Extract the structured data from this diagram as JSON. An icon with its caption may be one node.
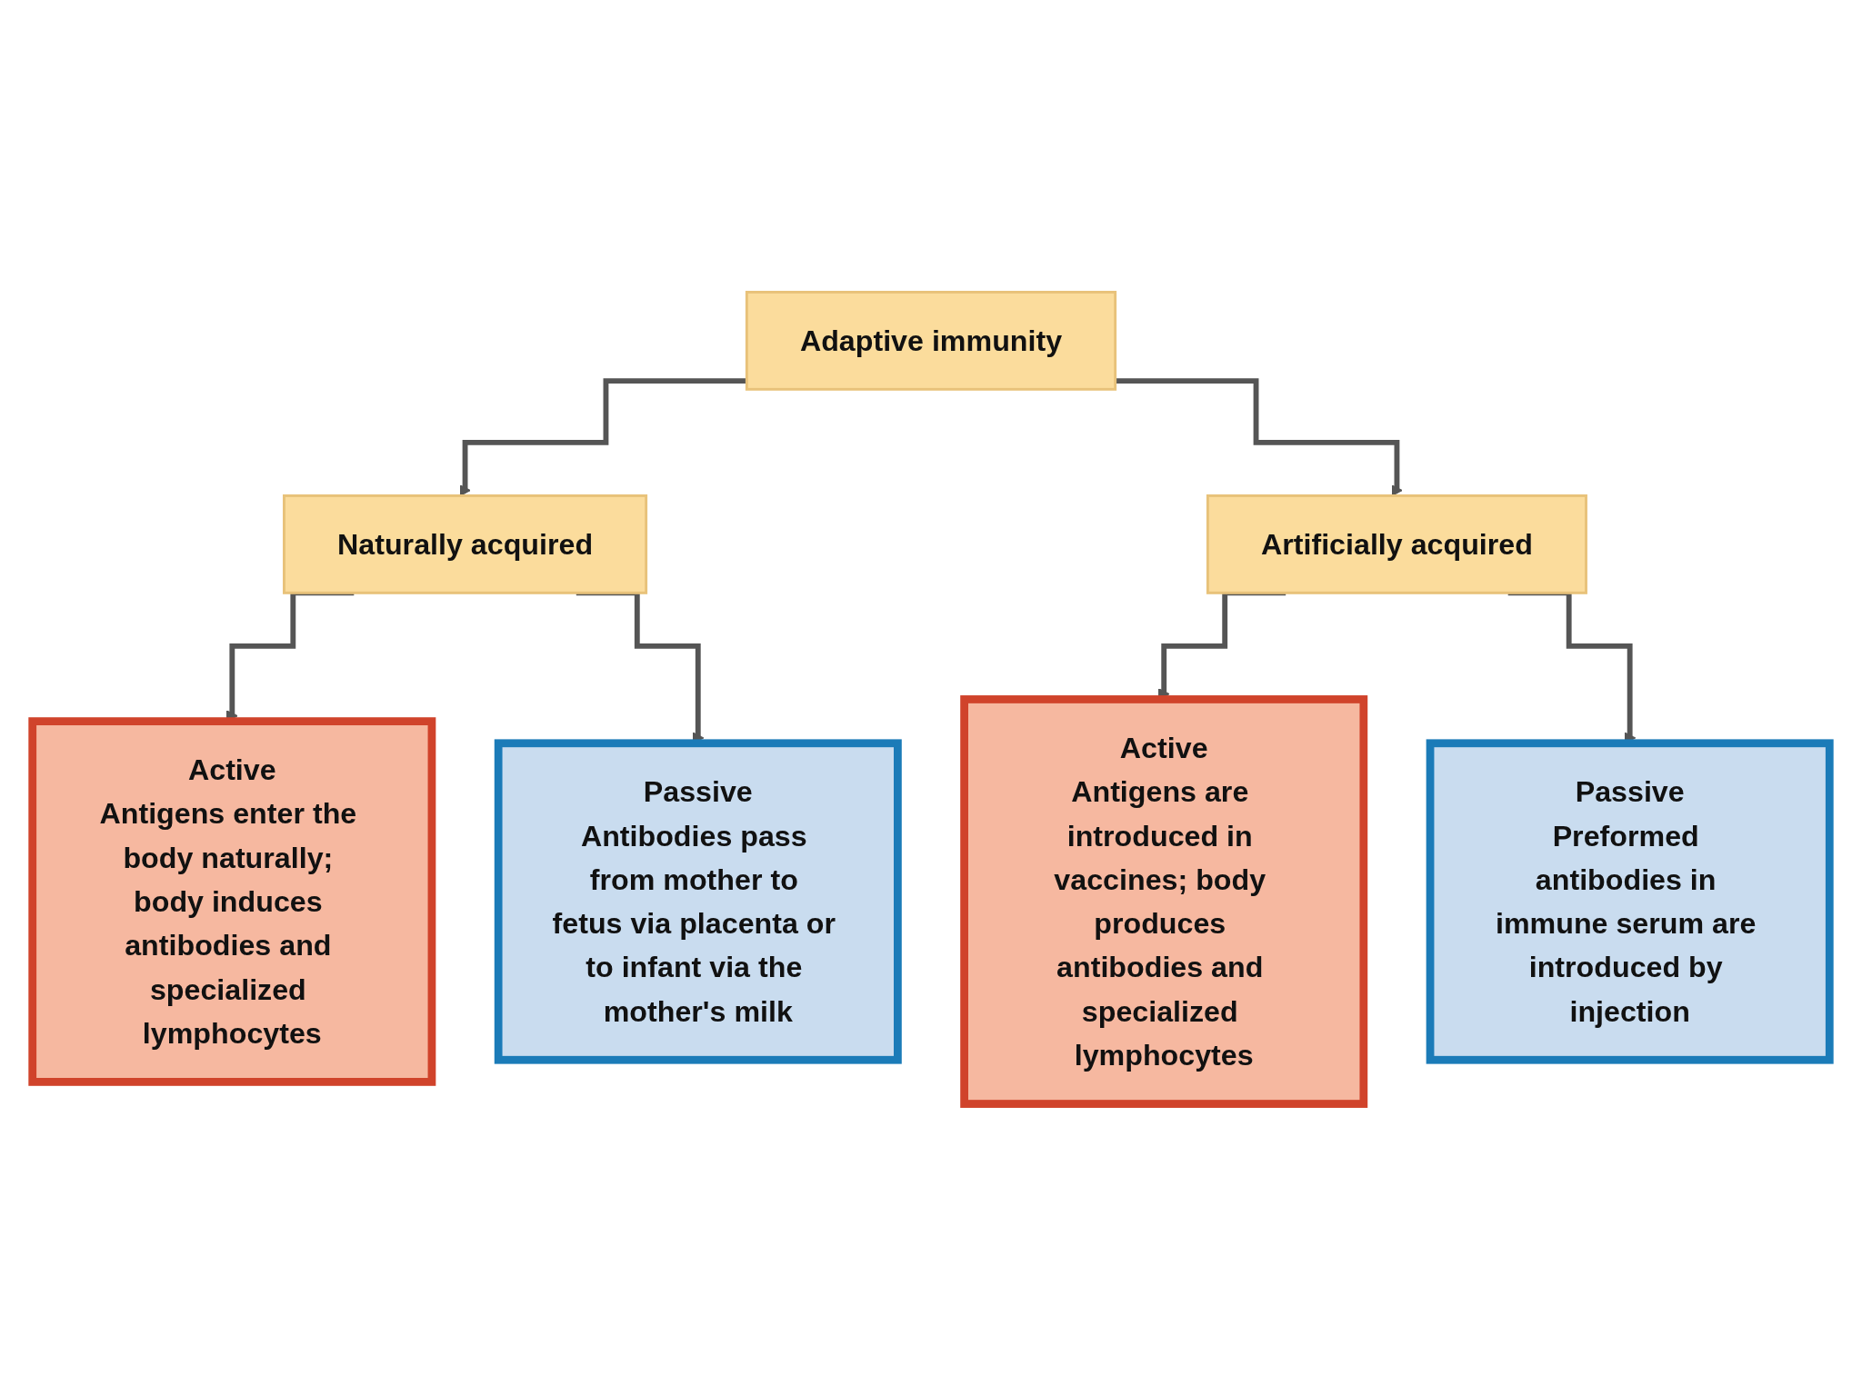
{
  "diagram": {
    "nodes": [
      {
        "text": [
          "Adaptive immunity"
        ]
      },
      {
        "text": [
          "Naturally acquired"
        ]
      },
      {
        "text": [
          "Artificially acquired"
        ]
      },
      {
        "text": [
          "Active",
          "Antigens enter the body naturally; body induces antibodies and specialized lymphocytes"
        ]
      },
      {
        "text": [
          "Passive",
          "Antibodies pass from mother to fetus via placenta or to infant via the mother's milk"
        ]
      },
      {
        "text": [
          "Active",
          "Antigens are introduced in vaccines; body produces antibodies and specialized lymphocytes"
        ]
      },
      {
        "text": [
          "Passive",
          "Preformed antibodies in immune serum are introduced by injection"
        ]
      }
    ],
    "edges": [
      {
        "from": 0,
        "to": 1,
        "arrow": "to"
      },
      {
        "from": 0,
        "to": 2,
        "arrow": "to"
      },
      {
        "from": 1,
        "to": 3,
        "arrow": "to"
      },
      {
        "from": 1,
        "to": 4,
        "arrow": "to"
      },
      {
        "from": 2,
        "to": 5,
        "arrow": "to"
      },
      {
        "from": 2,
        "to": 6,
        "arrow": "to"
      }
    ]
  }
}
